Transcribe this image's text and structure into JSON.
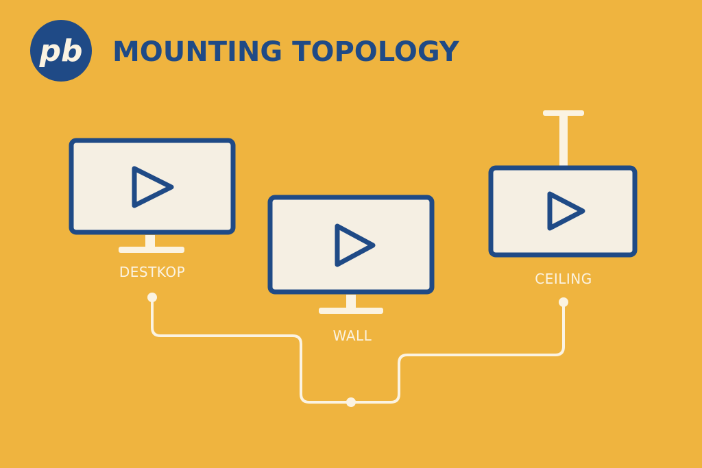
{
  "brand": {
    "logo_text": "pb",
    "title": "MOUNTING TOPOLOGY"
  },
  "colors": {
    "background": "#EFB43F",
    "navy": "#1F4A86",
    "screen": "#F5EFE3",
    "light": "#FBF3E2"
  },
  "icons": {
    "play": "play-icon"
  },
  "mounts": [
    {
      "id": "desktop",
      "label": "DESTKOP"
    },
    {
      "id": "wall",
      "label": "WALL"
    },
    {
      "id": "ceiling",
      "label": "CEILING"
    }
  ]
}
